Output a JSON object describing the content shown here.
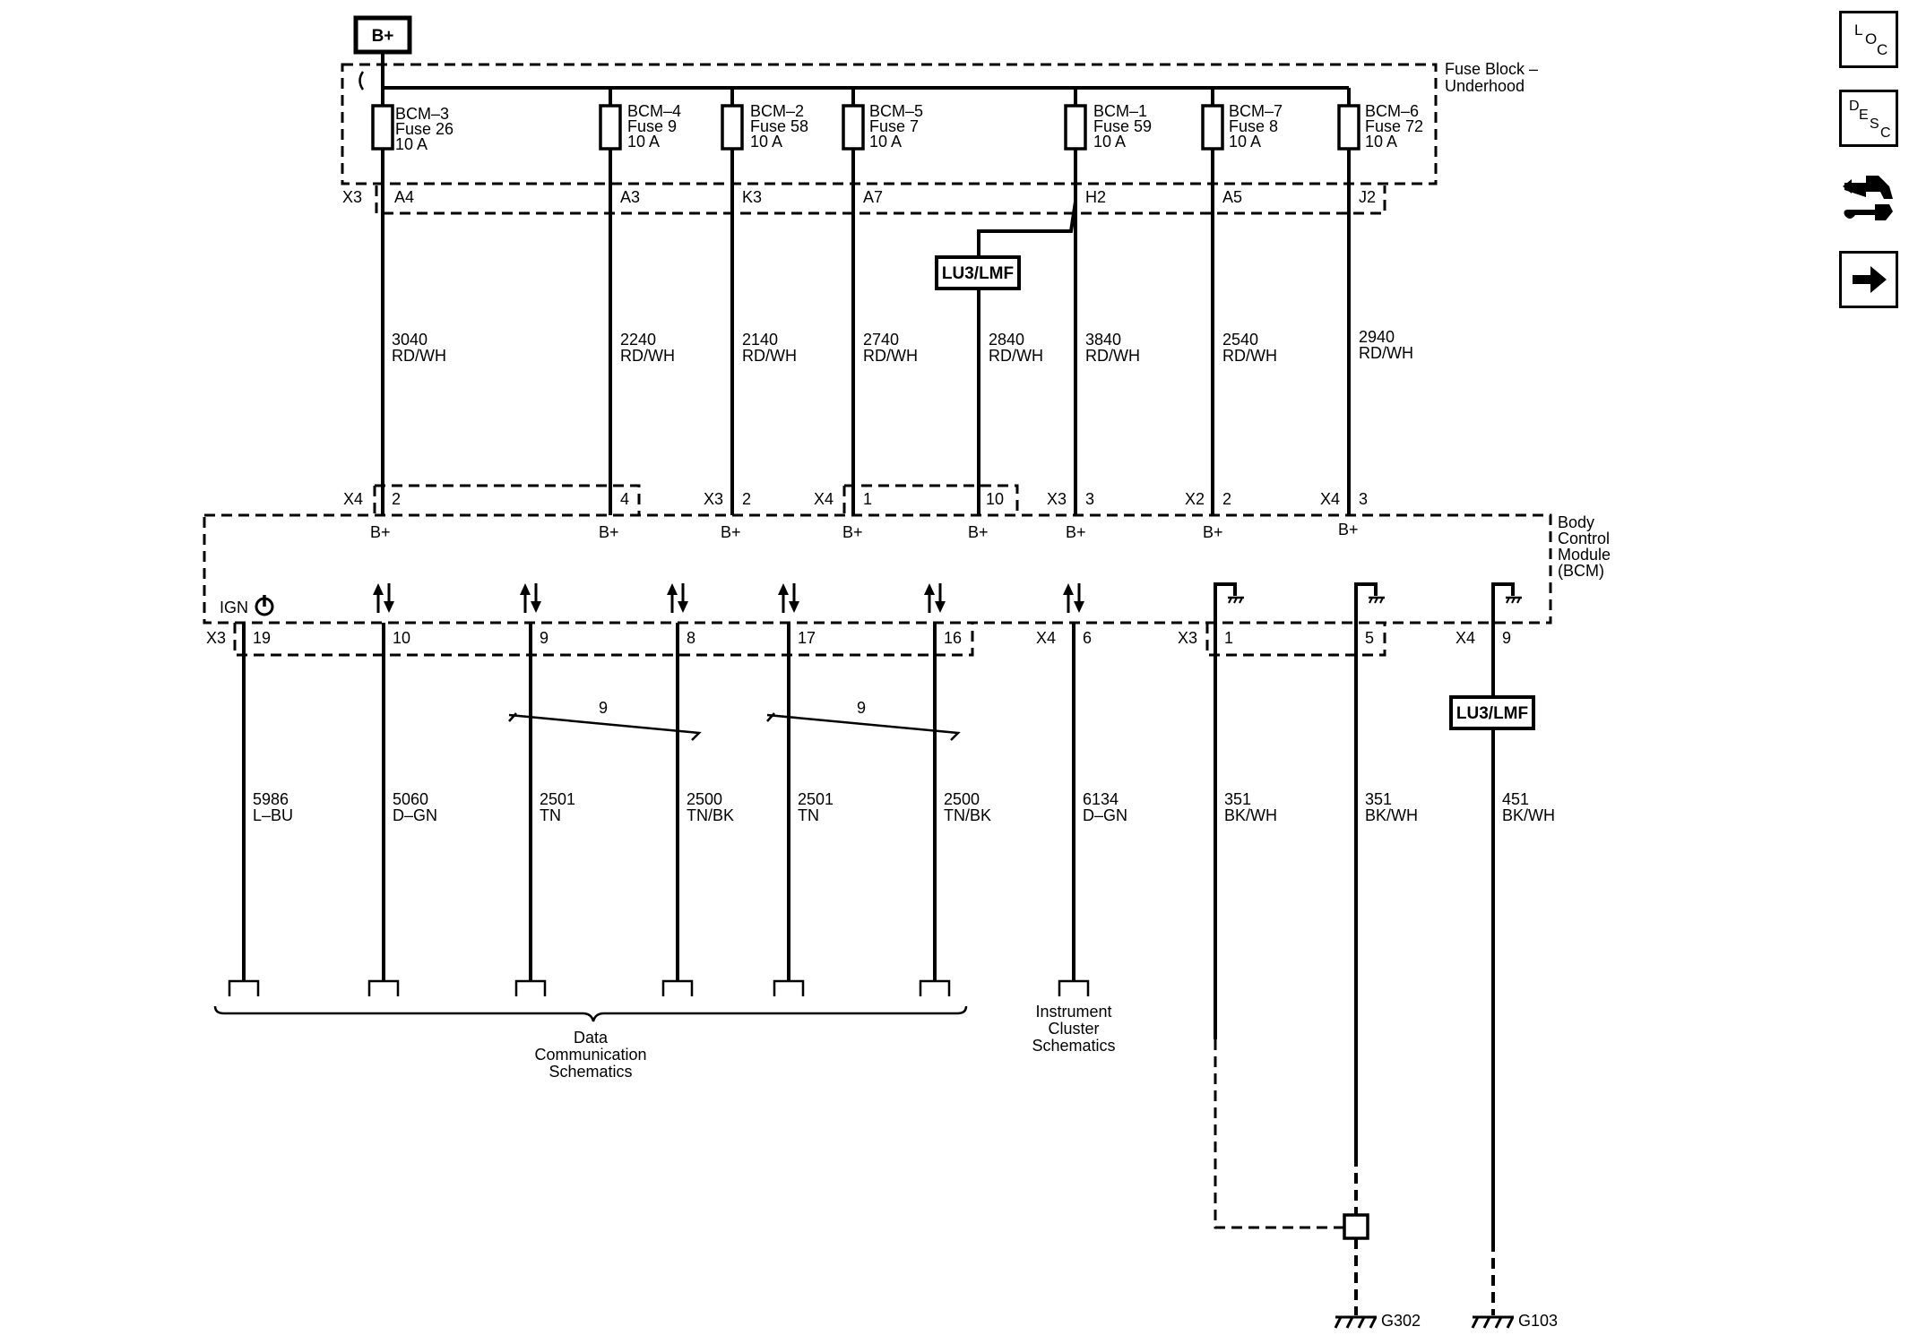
{
  "power_source": "B+",
  "fuse_block_label": [
    "Fuse Block –",
    "Underhood"
  ],
  "fuse_block_connector": "X3",
  "module_label": [
    "Body",
    "Control",
    "Module",
    "(BCM)"
  ],
  "feeds": [
    {
      "fuse": [
        "BCM–3",
        "Fuse 26",
        "10 A"
      ],
      "fb_pin": "A4",
      "circuit": "3040",
      "color": "RD/WH",
      "bcm_conn": "X4",
      "bcm_pin": "2",
      "pin_label": "B+"
    },
    {
      "fuse": [
        "BCM–4",
        "Fuse 9",
        "10 A"
      ],
      "fb_pin": "A3",
      "circuit": "2240",
      "color": "RD/WH",
      "bcm_conn": "",
      "bcm_pin": "4",
      "pin_label": "B+"
    },
    {
      "fuse": [
        "BCM–2",
        "Fuse 58",
        "10 A"
      ],
      "fb_pin": "K3",
      "circuit": "2140",
      "color": "RD/WH",
      "bcm_conn": "X3",
      "bcm_pin": "2",
      "pin_label": "B+"
    },
    {
      "fuse": [
        "BCM–5",
        "Fuse 7",
        "10 A"
      ],
      "fb_pin": "A7",
      "circuit": "2740",
      "color": "RD/WH",
      "bcm_conn": "X4",
      "bcm_pin": "1",
      "pin_label": "B+"
    },
    {
      "fuse": [
        "",
        "",
        ""
      ],
      "fb_pin": "",
      "circuit": "2840",
      "color": "RD/WH",
      "bcm_conn": "",
      "bcm_pin": "10",
      "pin_label": "B+"
    },
    {
      "fuse": [
        "BCM–1",
        "Fuse 59",
        "10 A"
      ],
      "fb_pin": "H2",
      "circuit": "3840",
      "color": "RD/WH",
      "bcm_conn": "X3",
      "bcm_pin": "3",
      "pin_label": "B+"
    },
    {
      "fuse": [
        "BCM–7",
        "Fuse 8",
        "10 A"
      ],
      "fb_pin": "A5",
      "circuit": "2540",
      "color": "RD/WH",
      "bcm_conn": "X2",
      "bcm_pin": "2",
      "pin_label": "B+"
    },
    {
      "fuse": [
        "BCM–6",
        "Fuse 72",
        "10 A"
      ],
      "fb_pin": "J2",
      "circuit": "2940",
      "color": "RD/WH",
      "bcm_conn": "X4",
      "bcm_pin": "3",
      "pin_label": "B+"
    }
  ],
  "option_label": "LU3/LMF",
  "ign_label": "IGN",
  "outputs": [
    {
      "conn": "X3",
      "pin": "19",
      "circuit": "5986",
      "color": "L–BU"
    },
    {
      "conn": "",
      "pin": "10",
      "circuit": "5060",
      "color": "D–GN"
    },
    {
      "conn": "",
      "pin": "9",
      "circuit": "2501",
      "color": "TN"
    },
    {
      "conn": "",
      "pin": "8",
      "circuit": "2500",
      "color": "TN/BK"
    },
    {
      "conn": "",
      "pin": "17",
      "circuit": "2501",
      "color": "TN"
    },
    {
      "conn": "",
      "pin": "16",
      "circuit": "2500",
      "color": "TN/BK"
    },
    {
      "conn": "X4",
      "pin": "6",
      "circuit": "6134",
      "color": "D–GN"
    },
    {
      "conn": "X3",
      "pin": "1",
      "circuit": "351",
      "color": "BK/WH"
    },
    {
      "conn": "",
      "pin": "5",
      "circuit": "351",
      "color": "BK/WH"
    },
    {
      "conn": "X4",
      "pin": "9",
      "circuit": "451",
      "color": "BK/WH"
    }
  ],
  "twist_label": "9",
  "data_comm_label": [
    "Data",
    "Communication",
    "Schematics"
  ],
  "cluster_label": [
    "Instrument",
    "Cluster",
    "Schematics"
  ],
  "grounds": [
    "G302",
    "G103"
  ],
  "sidebar": {
    "loc": {
      "l": "L",
      "o": "O",
      "c": "C"
    },
    "desc": {
      "d": "D",
      "e": "E",
      "s": "S",
      "c": "C"
    }
  }
}
